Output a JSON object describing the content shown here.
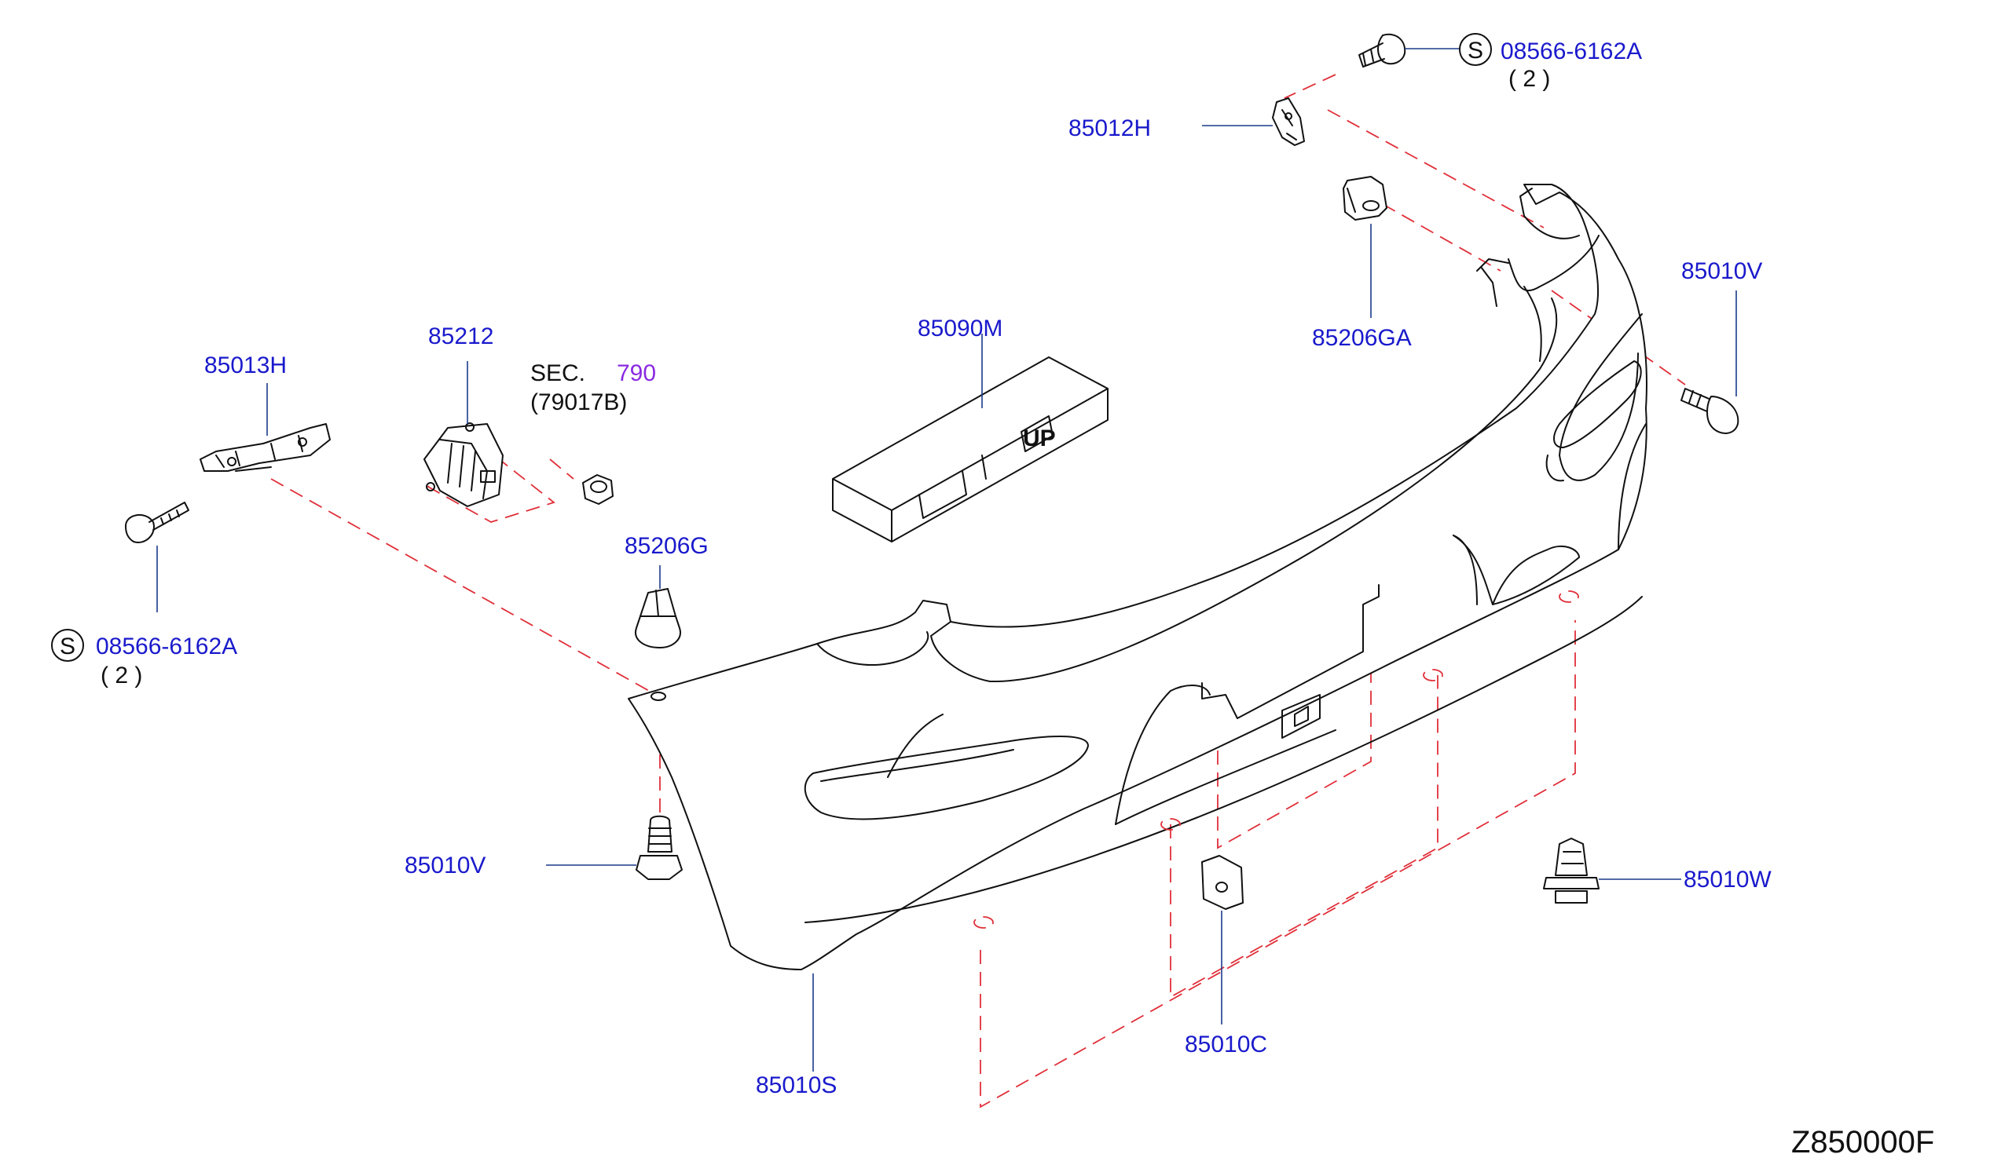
{
  "diagram_code": "Z850000F",
  "labels": {
    "p85012H": "85012H",
    "p08566_top": "08566-6162A",
    "p08566_top_qty": "( 2 )",
    "p85206GA": "85206GA",
    "p85010V_right": "85010V",
    "p85090M": "85090M",
    "p85212": "85212",
    "p85013H": "85013H",
    "sec_prefix": "SEC.",
    "sec_number": "790",
    "sec_ref": "(79017B)",
    "p08566_left": "08566-6162A",
    "p08566_left_qty": "( 2 )",
    "p85206G": "85206G",
    "p85010V_left": "85010V",
    "p85010W": "85010W",
    "p85010C": "85010C",
    "p85010S": "85010S",
    "s_symbol": "S",
    "up_mark": "UP"
  },
  "colors": {
    "part_number": "#1a1acc",
    "section_number": "#8a2be2",
    "dashed_guide": "#e0303a",
    "leader": "#1a3a8a",
    "outline": "#111111"
  }
}
